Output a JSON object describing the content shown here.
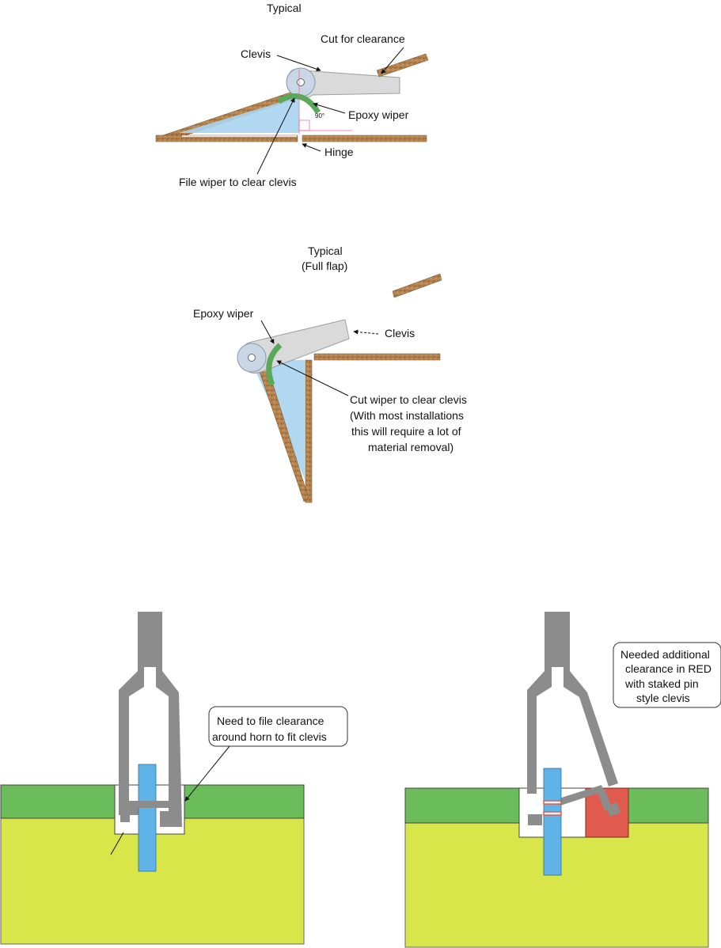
{
  "top_diagram": {
    "title": "Typical",
    "labels": {
      "clevis": "Clevis",
      "cut_for_clearance": "Cut for clearance",
      "epoxy_wiper": "Epoxy wiper",
      "angle": "90°",
      "hinge": "Hinge",
      "file_wiper": "File wiper to clear clevis"
    }
  },
  "middle_diagram": {
    "title_line1": "Typical",
    "title_line2": "(Full flap)",
    "labels": {
      "epoxy_wiper": "Epoxy wiper",
      "clevis": "Clevis",
      "cut_wiper_line1": "Cut wiper to clear clevis",
      "cut_wiper_line2": "(With most installations",
      "cut_wiper_line3": "this will  require a lot of",
      "cut_wiper_line4": "material removal)"
    }
  },
  "bottom_left": {
    "callout_line1": "Need to file clearance",
    "callout_line2": "around horn to fit clevis"
  },
  "bottom_right": {
    "callout_line1": "Needed additional",
    "callout_line2": "clearance in RED",
    "callout_line3": "with staked  pin",
    "callout_line4": "style clevis"
  },
  "colors": {
    "wood": "#b07a45",
    "clevis_gray": "#8c8c8c",
    "clevis_light": "#d9d9d9",
    "wiper_green": "#5aa85a",
    "water_blue": "#a9d4ee",
    "horn_blue": "#5fb3e6",
    "skin_green": "#6abd5a",
    "core_yellow": "#d9e64a",
    "clearance_red": "#e05a4e"
  }
}
